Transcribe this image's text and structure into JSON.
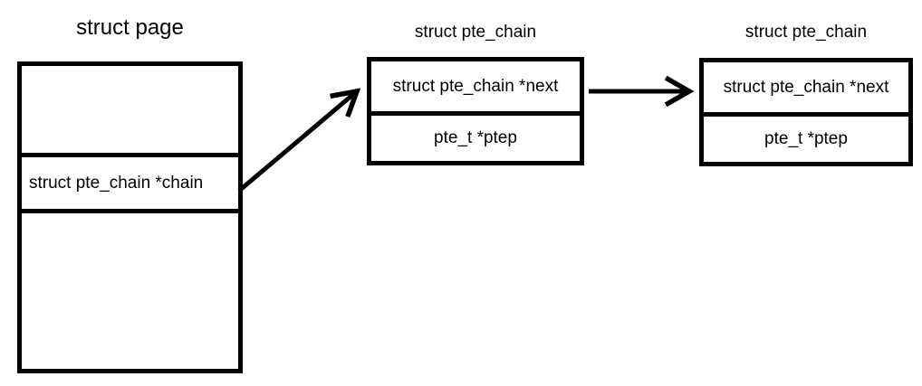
{
  "diagram": {
    "background_color": "#ffffff",
    "line_color": "#000000",
    "nodes": {
      "page": {
        "title": "struct page",
        "cells": {
          "top": "",
          "chain": "struct pte_chain *chain",
          "bottom": ""
        }
      },
      "pte_chain_1": {
        "title": "struct pte_chain",
        "cells": {
          "next": "struct pte_chain *next",
          "ptep": "pte_t *ptep"
        }
      },
      "pte_chain_2": {
        "title": "struct pte_chain",
        "cells": {
          "next": "struct pte_chain *next",
          "ptep": "pte_t *ptep"
        }
      }
    },
    "arrows": [
      {
        "from": "page.cells.chain",
        "to": "pte_chain_1.cells.next"
      },
      {
        "from": "pte_chain_1.cells.next",
        "to": "pte_chain_2.cells.next"
      }
    ]
  }
}
